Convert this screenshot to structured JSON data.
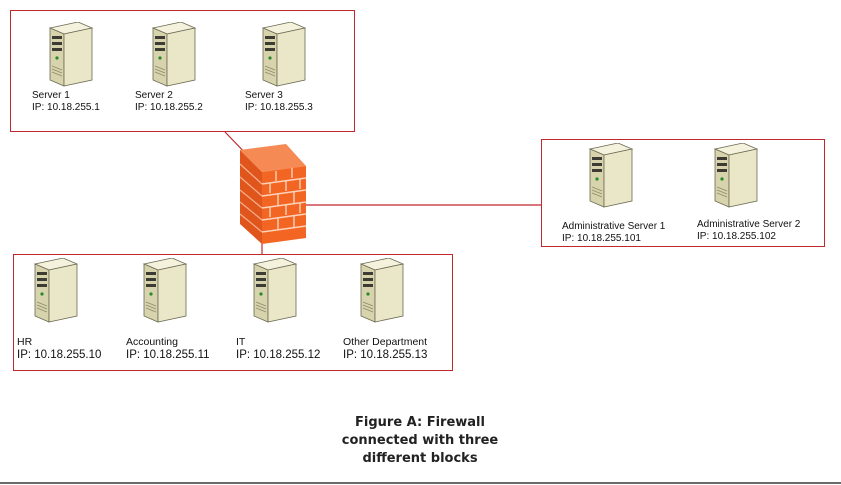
{
  "top_block": {
    "servers": [
      {
        "name": "Server 1",
        "ip": "IP: 10.18.255.1"
      },
      {
        "name": "Server 2",
        "ip": "IP: 10.18.255.2"
      },
      {
        "name": "Server 3",
        "ip": "IP: 10.18.255.3"
      }
    ]
  },
  "admin_block": {
    "servers": [
      {
        "name": "Administrative Server 1",
        "ip": "IP: 10.18.255.101"
      },
      {
        "name": "Administrative Server 2",
        "ip": "IP: 10.18.255.102"
      }
    ]
  },
  "department_block": {
    "servers": [
      {
        "name": "HR",
        "ip": "IP: 10.18.255.10"
      },
      {
        "name": "Accounting",
        "ip": "IP: 10.18.255.11"
      },
      {
        "name": "IT",
        "ip": "IP: 10.18.255.12"
      },
      {
        "name": "Other Department",
        "ip": "IP: 10.18.255.13"
      }
    ]
  },
  "caption": {
    "line1": "Figure A: Firewall",
    "line2": "connected with three",
    "line3": "different blocks"
  },
  "colors": {
    "border": "#c0282d",
    "connector": "#c0282d",
    "firewall_front": "#f26522",
    "firewall_side": "#c9481a",
    "server_body": "#e8e5c4"
  },
  "icons": {
    "server": "server-tower-icon",
    "firewall": "firewall-brick-icon"
  }
}
